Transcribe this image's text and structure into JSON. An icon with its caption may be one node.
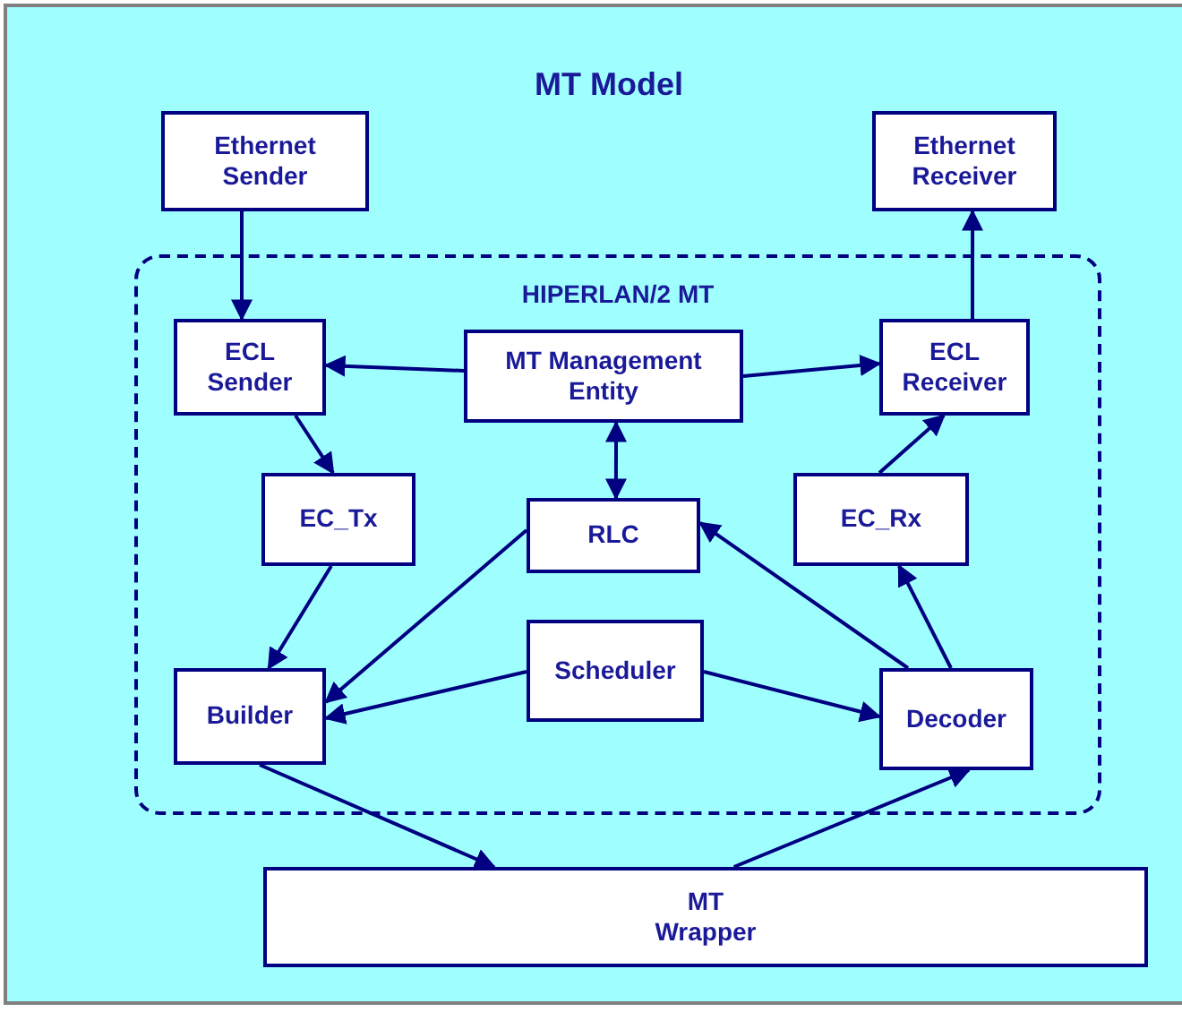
{
  "diagram": {
    "title": "MT Model",
    "nodes": [
      {
        "text": [
          "Ethernet Sender"
        ]
      },
      {
        "text": [
          "Ethernet Receiver"
        ]
      },
      {
        "text": [
          "HIPERLAN/2 MT"
        ]
      },
      {
        "text": [
          "ECL Sender"
        ],
        "in": 2
      },
      {
        "text": [
          "MT Management Entity"
        ],
        "in": 2
      },
      {
        "text": [
          "ECL Receiver"
        ],
        "in": 2
      },
      {
        "text": [
          "EC_Tx"
        ],
        "in": 2
      },
      {
        "text": [
          "RLC"
        ],
        "in": 2
      },
      {
        "text": [
          "EC_Rx"
        ],
        "in": 2
      },
      {
        "text": [
          "Scheduler"
        ],
        "in": 2
      },
      {
        "text": [
          "Builder"
        ],
        "in": 2
      },
      {
        "text": [
          "Decoder"
        ],
        "in": 2
      },
      {
        "text": [
          "MT Wrapper"
        ]
      }
    ],
    "edges": [
      {
        "from": 0,
        "to": 3,
        "arrow": "to"
      },
      {
        "from": 5,
        "to": 1,
        "arrow": "to"
      },
      {
        "from": 4,
        "to": 3,
        "arrow": "to"
      },
      {
        "from": 4,
        "to": 5,
        "arrow": "to"
      },
      {
        "from": 4,
        "to": 7,
        "arrow": "both"
      },
      {
        "from": 3,
        "to": 6,
        "arrow": "to"
      },
      {
        "from": 6,
        "to": 10,
        "arrow": "to"
      },
      {
        "from": 7,
        "to": 10,
        "arrow": "to"
      },
      {
        "from": 9,
        "to": 10,
        "arrow": "to"
      },
      {
        "from": 9,
        "to": 11,
        "arrow": "to"
      },
      {
        "from": 11,
        "to": 7,
        "arrow": "to"
      },
      {
        "from": 11,
        "to": 8,
        "arrow": "to"
      },
      {
        "from": 8,
        "to": 5,
        "arrow": "to"
      },
      {
        "from": 10,
        "to": 12,
        "arrow": "to"
      },
      {
        "from": 12,
        "to": 11,
        "arrow": "to"
      }
    ]
  }
}
